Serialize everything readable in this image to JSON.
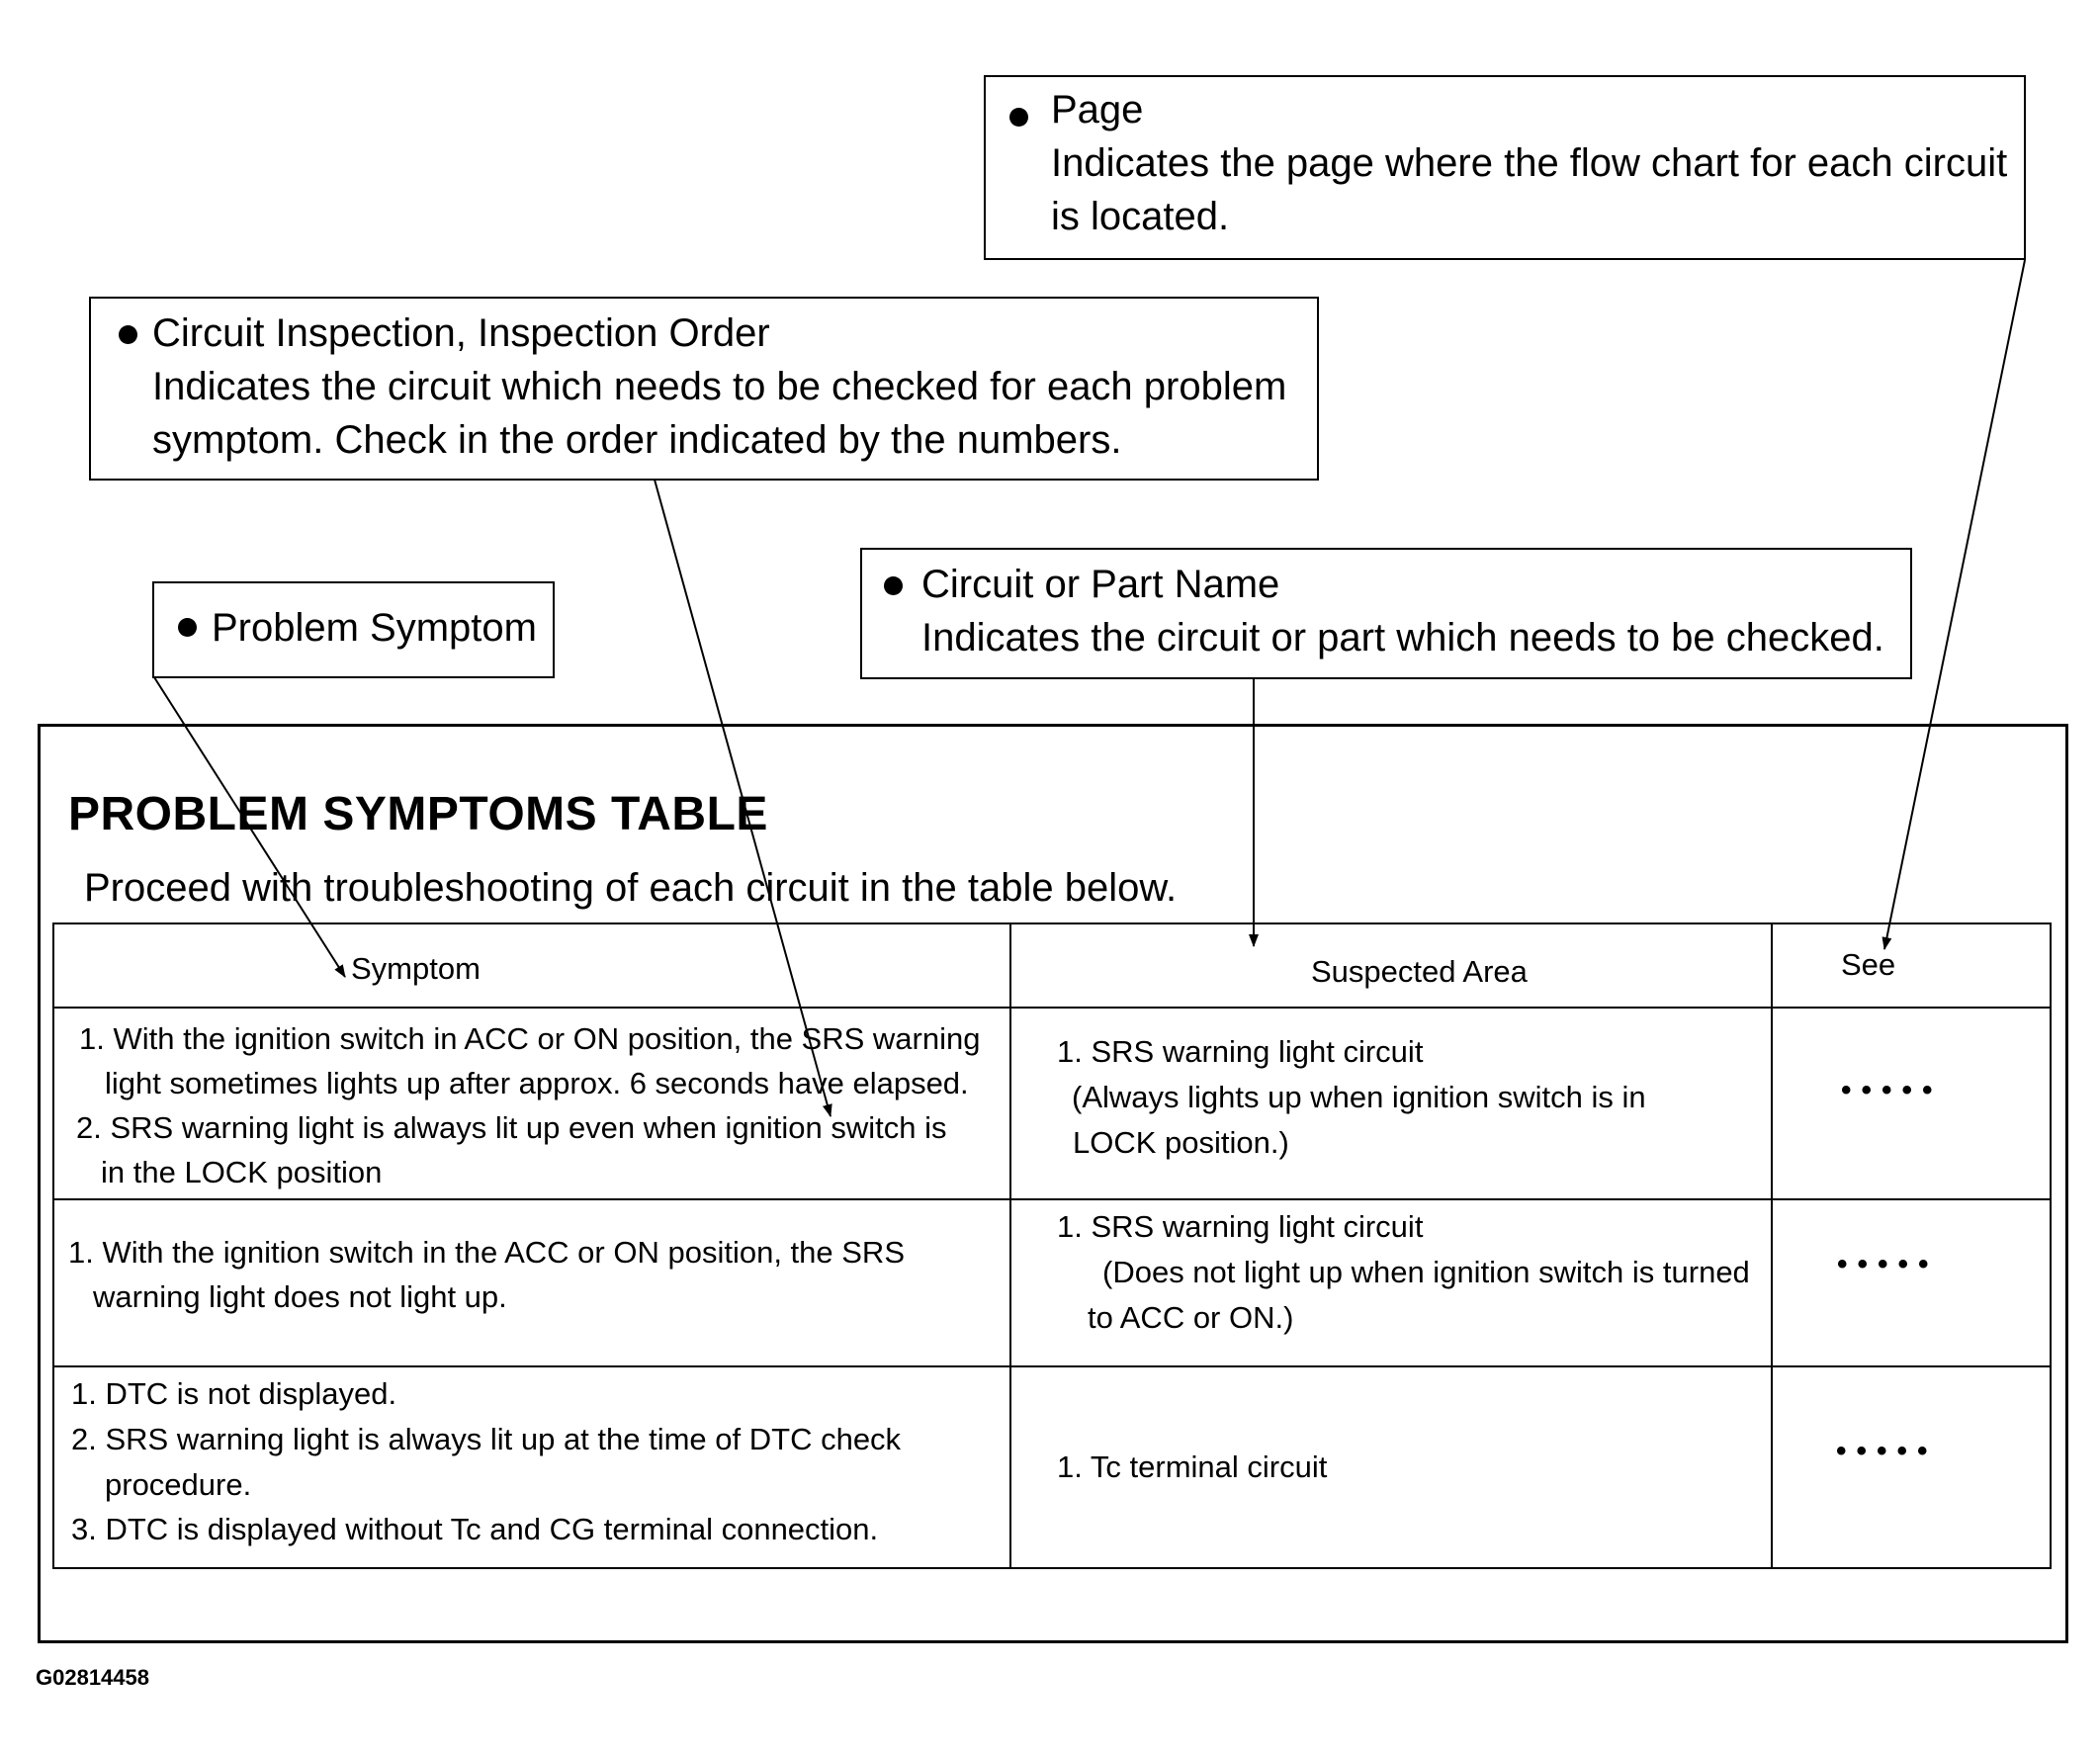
{
  "callouts": {
    "page": {
      "title": "Page",
      "desc_lines": [
        "Indicates the page where the flow chart for each circuit",
        "is located."
      ]
    },
    "circuit_inspection": {
      "title": "Circuit Inspection, Inspection Order",
      "desc_lines": [
        "Indicates the circuit which needs to be checked for each problem",
        "symptom. Check in the order indicated by the numbers."
      ]
    },
    "problem_symptom": {
      "title": "Problem Symptom"
    },
    "circuit_part_name": {
      "title": "Circuit or Part Name",
      "desc_lines": [
        "Indicates the circuit or part which needs to be checked."
      ]
    }
  },
  "table": {
    "title": "PROBLEM SYMPTOMS TABLE",
    "subtitle": "Proceed with troubleshooting of each circuit in the table below.",
    "headers": {
      "symptom": "Symptom",
      "suspected_area": "Suspected Area",
      "see": "See"
    },
    "rows": [
      {
        "symptom_lines": [
          "1. With the ignition switch in  ACC or ON position, the SRS warning",
          "light sometimes lights up after approx. 6 seconds have elapsed.",
          "2. SRS warning light is always lit up even when ignition switch is",
          "in the LOCK position"
        ],
        "area_lines": [
          "1. SRS warning light circuit",
          "(Always lights up when ignition switch is in",
          "LOCK position.)"
        ],
        "see": "•••••"
      },
      {
        "symptom_lines": [
          "1. With the ignition switch in the ACC or ON position, the SRS",
          "warning light does not light up."
        ],
        "area_lines": [
          "1. SRS warning light circuit",
          "(Does not light up when ignition switch is turned",
          "to ACC or ON.)"
        ],
        "see": "•••••"
      },
      {
        "symptom_lines": [
          "1. DTC is not displayed.",
          "2. SRS warning light is always lit up at the time of DTC check",
          "procedure.",
          "3. DTC is displayed without Tc and CG terminal connection."
        ],
        "area_lines": [
          "1. Tc terminal circuit"
        ],
        "see": "•••••"
      }
    ]
  },
  "figure_id": "G02814458"
}
